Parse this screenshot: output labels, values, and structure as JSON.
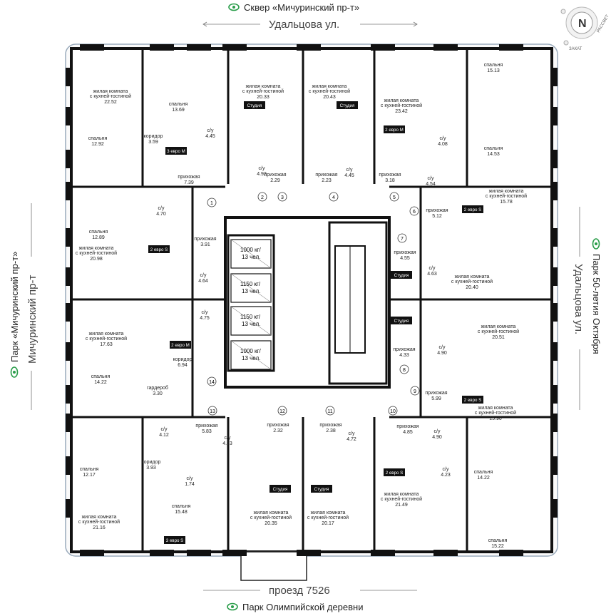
{
  "top": {
    "park": "Сквер «Мичуринский пр-т»",
    "street": "Удальцова ул."
  },
  "bottom": {
    "street": "проезд 7526",
    "park": "Парк Олимпийской деревни"
  },
  "left": {
    "park": "Парк «Мичуринский пр-т»",
    "street": "Мичуринский пр-т"
  },
  "right": {
    "park": "Парк 50-летия Октября",
    "street": "Удальцова ул."
  },
  "compass": {
    "letter": "N",
    "east": "РАССВЕТ",
    "west": "ЗАКАТ"
  },
  "elevators": [
    {
      "l1": "1000 кг/",
      "l2": "13 чел."
    },
    {
      "l1": "1150 кг/",
      "l2": "13 чел."
    },
    {
      "l1": "1150 кг/",
      "l2": "13 чел."
    },
    {
      "l1": "1000 кг/",
      "l2": "13 чел."
    }
  ],
  "numbers": [
    "1",
    "2",
    "3",
    "4",
    "5",
    "6",
    "7",
    "8",
    "9",
    "10",
    "11",
    "12",
    "13",
    "14"
  ],
  "badges": [
    "3 евро М",
    "Студия",
    "Студия",
    "2 евро М",
    "2 евро S",
    "2 евро S",
    "Студия",
    "Студия",
    "2 евро М",
    "2 евро S",
    "2 евро S",
    "Студия",
    "Студия",
    "3 евро S"
  ],
  "rooms": [
    {
      "t": "жилая комната",
      "u": "с кухней-гостиной",
      "a": "22.52"
    },
    {
      "t": "спальня",
      "u": "",
      "a": "13.69"
    },
    {
      "t": "спальня",
      "u": "",
      "a": "12.92"
    },
    {
      "t": "коридор",
      "u": "",
      "a": "3.59"
    },
    {
      "t": "с/у",
      "u": "",
      "a": "4.45"
    },
    {
      "t": "прихожая",
      "u": "",
      "a": "7.39"
    },
    {
      "t": "жилая комната",
      "u": "с кухней-гостиной",
      "a": "20.33"
    },
    {
      "t": "с/у",
      "u": "",
      "a": "4.92"
    },
    {
      "t": "прихожая",
      "u": "",
      "a": "2.29"
    },
    {
      "t": "жилая комната",
      "u": "с кухней-гостиной",
      "a": "20.43"
    },
    {
      "t": "прихожая",
      "u": "",
      "a": "2.23"
    },
    {
      "t": "с/у",
      "u": "",
      "a": "4.45"
    },
    {
      "t": "жилая комната",
      "u": "с кухней-гостиной",
      "a": "23.42"
    },
    {
      "t": "спальня",
      "u": "",
      "a": "15.13"
    },
    {
      "t": "спальня",
      "u": "",
      "a": "14.53"
    },
    {
      "t": "с/у",
      "u": "",
      "a": "4.08"
    },
    {
      "t": "с/у",
      "u": "",
      "a": "4.54"
    },
    {
      "t": "прихожая",
      "u": "",
      "a": "3.18"
    },
    {
      "t": "прихожая",
      "u": "",
      "a": "5.12"
    },
    {
      "t": "жилая комната",
      "u": "с кухней-гостиной",
      "a": "15.78"
    },
    {
      "t": "спальня",
      "u": "",
      "a": "12.89"
    },
    {
      "t": "с/у",
      "u": "",
      "a": "4.70"
    },
    {
      "t": "прихожая",
      "u": "",
      "a": "3.91"
    },
    {
      "t": "жилая комната",
      "u": "с кухней-гостиной",
      "a": "20.98"
    },
    {
      "t": "с/у",
      "u": "",
      "a": "4.64"
    },
    {
      "t": "прихожая",
      "u": "",
      "a": "4.55"
    },
    {
      "t": "с/у",
      "u": "",
      "a": "4.63"
    },
    {
      "t": "жилая комната",
      "u": "с кухней-гостиной",
      "a": "20.40"
    },
    {
      "t": "с/у",
      "u": "",
      "a": "4.75"
    },
    {
      "t": "жилая комната",
      "u": "с кухней-гостиной",
      "a": "17.63"
    },
    {
      "t": "коридор",
      "u": "",
      "a": "6.94"
    },
    {
      "t": "спальня",
      "u": "",
      "a": "14.22"
    },
    {
      "t": "гардероб",
      "u": "",
      "a": "3.30"
    },
    {
      "t": "прихожая",
      "u": "",
      "a": "4.33"
    },
    {
      "t": "с/у",
      "u": "",
      "a": "4.90"
    },
    {
      "t": "жилая комната",
      "u": "с кухней-гостиной",
      "a": "20.51"
    },
    {
      "t": "прихожая",
      "u": "",
      "a": "5.99"
    },
    {
      "t": "жилая комната",
      "u": "с кухней-гостиной",
      "a": "15.90"
    },
    {
      "t": "с/у",
      "u": "",
      "a": "4.12"
    },
    {
      "t": "прихожая",
      "u": "",
      "a": "5.83"
    },
    {
      "t": "с/у",
      "u": "",
      "a": "4.33"
    },
    {
      "t": "прихожая",
      "u": "",
      "a": "2.32"
    },
    {
      "t": "прихожая",
      "u": "",
      "a": "2.38"
    },
    {
      "t": "с/у",
      "u": "",
      "a": "4.72"
    },
    {
      "t": "прихожая",
      "u": "",
      "a": "4.85"
    },
    {
      "t": "с/у",
      "u": "",
      "a": "4.90"
    },
    {
      "t": "с/у",
      "u": "",
      "a": "4.23"
    },
    {
      "t": "спальня",
      "u": "",
      "a": "12.17"
    },
    {
      "t": "коридор",
      "u": "",
      "a": "3.93"
    },
    {
      "t": "с/у",
      "u": "",
      "a": "1.74"
    },
    {
      "t": "спальня",
      "u": "",
      "a": "15.48"
    },
    {
      "t": "спальня",
      "u": "",
      "a": "14.22"
    },
    {
      "t": "жилая комната",
      "u": "с кухней-гостиной",
      "a": "21.16"
    },
    {
      "t": "жилая комната",
      "u": "с кухней-гостиной",
      "a": "20.35"
    },
    {
      "t": "жилая комната",
      "u": "с кухней-гостиной",
      "a": "20.17"
    },
    {
      "t": "жилая комната",
      "u": "с кухней-гостиной",
      "a": "21.49"
    },
    {
      "t": "спальня",
      "u": "",
      "a": "15.22"
    }
  ]
}
